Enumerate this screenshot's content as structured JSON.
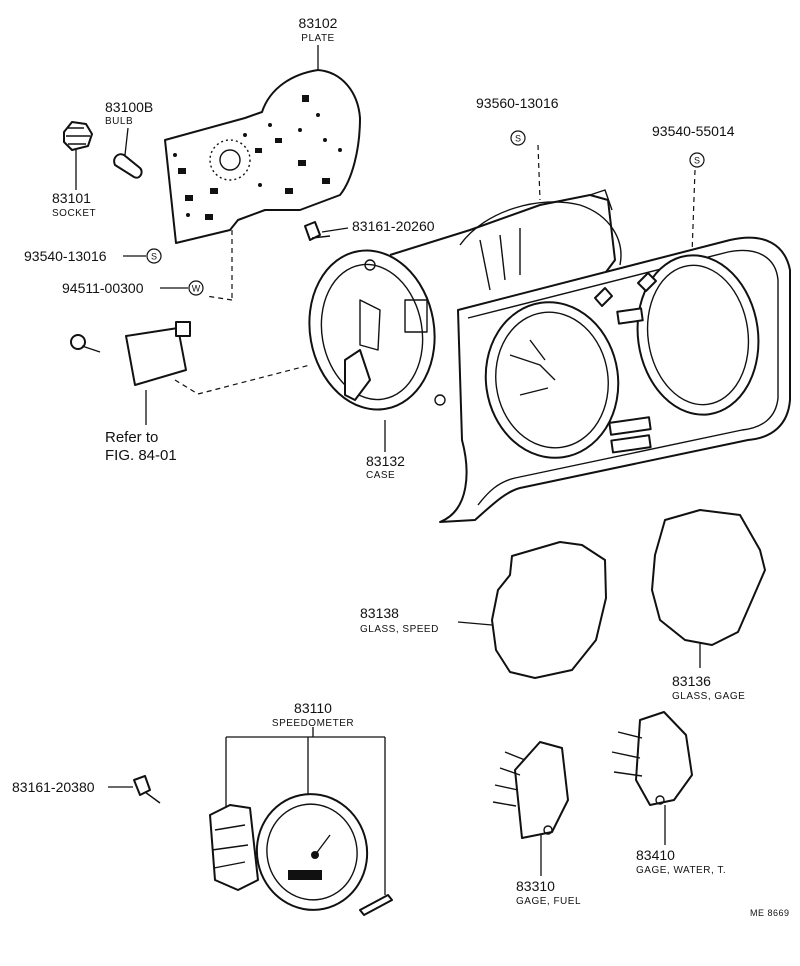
{
  "parts": {
    "plate": {
      "number": "83102",
      "name": "PLATE"
    },
    "bulb": {
      "number": "83100B",
      "name": "BULB"
    },
    "socket": {
      "number": "83101",
      "name": "SOCKET"
    },
    "screw_93560": {
      "number": "93560-13016",
      "mark": "S"
    },
    "screw_93540_55014": {
      "number": "93540-55014",
      "mark": "S"
    },
    "screw_83161_20260": {
      "number": "83161-20260"
    },
    "screw_93540_13016": {
      "number": "93540-13016",
      "mark": "S"
    },
    "washer_94511": {
      "number": "94511-00300",
      "mark": "W"
    },
    "case": {
      "number": "83132",
      "name": "CASE"
    },
    "glass_speed": {
      "number": "83138",
      "name": "GLASS, SPEED"
    },
    "glass_gage": {
      "number": "83136",
      "name": "GLASS, GAGE"
    },
    "speedometer": {
      "number": "83110",
      "name": "SPEEDOMETER"
    },
    "screw_83161_20380": {
      "number": "83161-20380"
    },
    "gage_fuel": {
      "number": "83310",
      "name": "GAGE, FUEL"
    },
    "gage_water": {
      "number": "83410",
      "name": "GAGE, WATER, T."
    }
  },
  "refer": {
    "line1": "Refer to",
    "line2": "FIG. 84-01"
  },
  "code": "ME 8669"
}
